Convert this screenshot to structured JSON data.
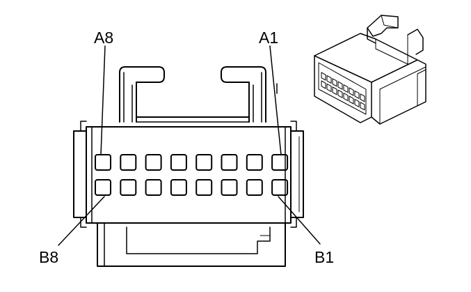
{
  "diagram": {
    "pin_labels": {
      "a8": "A8",
      "a1": "A1",
      "b8": "B8",
      "b1": "B1"
    },
    "rows": 2,
    "pins_per_row": 8
  },
  "colors": {
    "line": "#000000",
    "background": "#ffffff"
  }
}
